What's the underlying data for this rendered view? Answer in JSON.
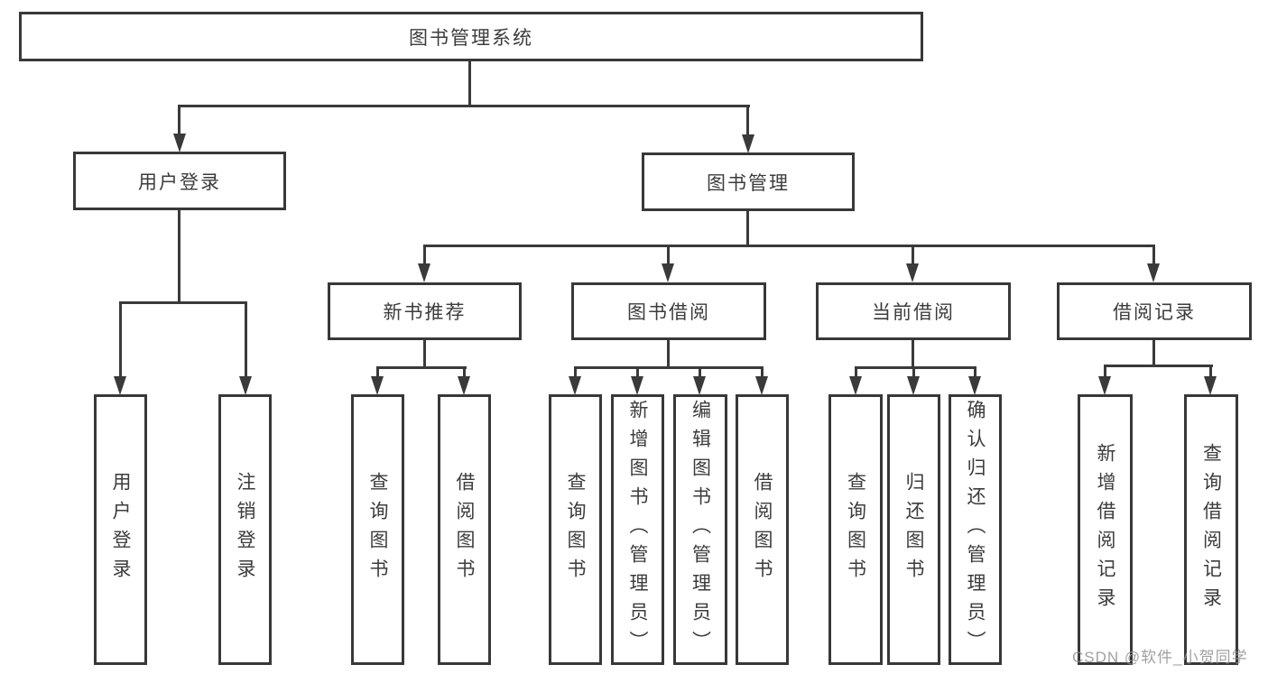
{
  "diagram": {
    "type": "hierarchy-tree",
    "root": "图书管理系统",
    "level2": {
      "user_login": "用户登录",
      "book_management": "图书管理"
    },
    "level3": {
      "new_book_recommend": "新书推荐",
      "book_borrow": "图书借阅",
      "current_borrow": "当前借阅",
      "borrow_records": "借阅记录"
    },
    "leaves": {
      "user_login": "用户登录",
      "logout": "注销登录",
      "query_book_recommend": "查询图书",
      "borrow_book_recommend": "借阅图书",
      "query_book_borrow": "查询图书",
      "add_book_admin": "新增图书（管理员）",
      "edit_book_admin": "编辑图书（管理员）",
      "borrow_book_borrow": "借阅图书",
      "query_book_current": "查询图书",
      "return_book": "归还图书",
      "confirm_return_admin": "确认归还（管理员）",
      "add_borrow_record": "新增借阅记录",
      "query_borrow_record": "查询借阅记录"
    },
    "watermark": "CSDN @软件_小贺同学",
    "colors": {
      "line": "#3a3a3a",
      "border": "#383838",
      "text": "#3c3c3c",
      "watermark": "#919191",
      "background": "#ffffff"
    }
  }
}
